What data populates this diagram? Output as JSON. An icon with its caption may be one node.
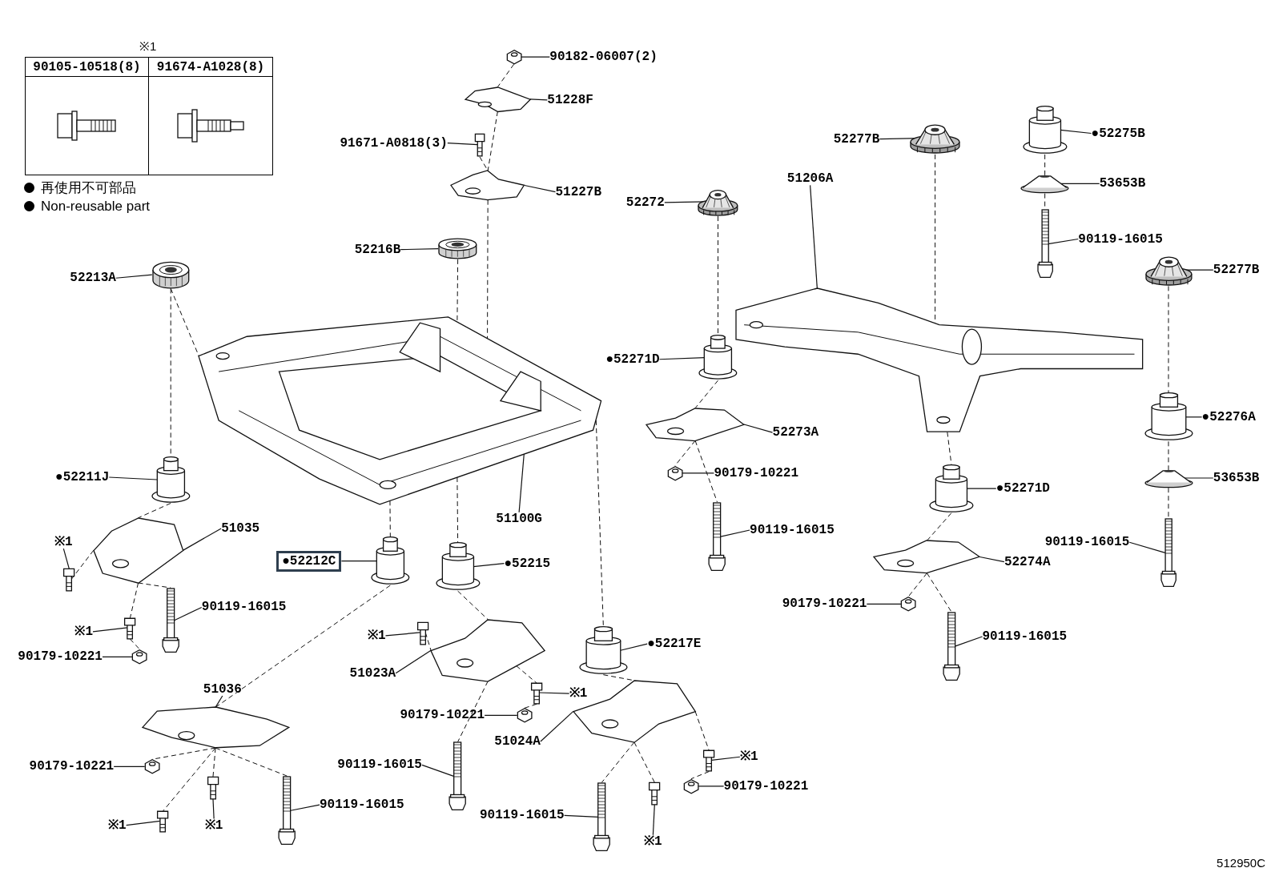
{
  "diagram": {
    "nodes": [
      {
        "text": [
          "90182-06007(2)"
        ]
      },
      {
        "text": [],
        "shape": "picture"
      },
      {
        "text": [
          "51228F"
        ]
      },
      {
        "text": [],
        "shape": "picture"
      },
      {
        "text": [
          "91671-A0818(3)"
        ]
      },
      {
        "text": [],
        "shape": "picture"
      },
      {
        "text": [
          "51227B"
        ]
      },
      {
        "text": [],
        "shape": "picture"
      },
      {
        "text": [
          "52216B"
        ]
      },
      {
        "text": [],
        "shape": "picture"
      },
      {
        "text": [
          "52213A"
        ]
      },
      {
        "text": [],
        "shape": "picture"
      },
      {
        "text": [
          "51100G"
        ]
      },
      {
        "text": [],
        "shape": "picture"
      },
      {
        "text": [
          "●52211J"
        ]
      },
      {
        "text": [],
        "shape": "picture"
      },
      {
        "text": [
          "51035"
        ]
      },
      {
        "text": [],
        "shape": "picture"
      },
      {
        "text": [
          "※1"
        ]
      },
      {
        "text": [],
        "shape": "picture"
      },
      {
        "text": [
          "90119-16015"
        ]
      },
      {
        "text": [],
        "shape": "picture"
      },
      {
        "text": [
          "※1"
        ]
      },
      {
        "text": [],
        "shape": "picture"
      },
      {
        "text": [
          "90179-10221"
        ]
      },
      {
        "text": [],
        "shape": "picture"
      },
      {
        "text": [
          "●52212C"
        ]
      },
      {
        "text": [],
        "shape": "picture"
      },
      {
        "text": [
          "●52215"
        ]
      },
      {
        "text": [],
        "shape": "picture"
      },
      {
        "text": [
          "※1"
        ]
      },
      {
        "text": [],
        "shape": "picture"
      },
      {
        "text": [
          "51023A"
        ]
      },
      {
        "text": [],
        "shape": "picture"
      },
      {
        "text": [
          "※1"
        ]
      },
      {
        "text": [],
        "shape": "picture"
      },
      {
        "text": [
          "90179-10221"
        ]
      },
      {
        "text": [],
        "shape": "picture"
      },
      {
        "text": [
          "90119-16015"
        ]
      },
      {
        "text": [],
        "shape": "picture"
      },
      {
        "text": [
          "51036"
        ]
      },
      {
        "text": [],
        "shape": "picture"
      },
      {
        "text": [
          "90179-10221"
        ]
      },
      {
        "text": [],
        "shape": "picture"
      },
      {
        "text": [
          "※1"
        ]
      },
      {
        "text": [],
        "shape": "picture"
      },
      {
        "text": [
          "※1"
        ]
      },
      {
        "text": [],
        "shape": "picture"
      },
      {
        "text": [
          "90119-16015"
        ]
      },
      {
        "text": [],
        "shape": "picture"
      },
      {
        "text": [
          "●52217E"
        ]
      },
      {
        "text": [],
        "shape": "picture"
      },
      {
        "text": [
          "51024A"
        ]
      },
      {
        "text": [],
        "shape": "picture"
      },
      {
        "text": [
          "※1"
        ]
      },
      {
        "text": [],
        "shape": "picture"
      },
      {
        "text": [
          "90179-10221"
        ]
      },
      {
        "text": [],
        "shape": "picture"
      },
      {
        "text": [
          "90119-16015"
        ]
      },
      {
        "text": [],
        "shape": "picture"
      },
      {
        "text": [
          "※1"
        ]
      },
      {
        "text": [],
        "shape": "picture"
      },
      {
        "text": [
          "●52271D"
        ]
      },
      {
        "text": [],
        "shape": "picture"
      },
      {
        "text": [
          "52273A"
        ]
      },
      {
        "text": [],
        "shape": "picture"
      },
      {
        "text": [
          "90179-10221"
        ]
      },
      {
        "text": [],
        "shape": "picture"
      },
      {
        "text": [
          "90119-16015"
        ]
      },
      {
        "text": [],
        "shape": "picture"
      },
      {
        "text": [
          "52272"
        ]
      },
      {
        "text": [],
        "shape": "picture"
      },
      {
        "text": [
          "52277B"
        ]
      },
      {
        "text": [],
        "shape": "picture"
      },
      {
        "text": [
          "51206A"
        ]
      },
      {
        "text": [],
        "shape": "picture"
      },
      {
        "text": [
          "●52275B"
        ]
      },
      {
        "text": [],
        "shape": "picture"
      },
      {
        "text": [
          "53653B"
        ]
      },
      {
        "text": [],
        "shape": "picture"
      },
      {
        "text": [
          "90119-16015"
        ]
      },
      {
        "text": [],
        "shape": "picture"
      },
      {
        "text": [
          "52277B"
        ]
      },
      {
        "text": [],
        "shape": "picture"
      },
      {
        "text": [
          "●52276A"
        ]
      },
      {
        "text": [],
        "shape": "picture"
      },
      {
        "text": [
          "53653B"
        ]
      },
      {
        "text": [],
        "shape": "picture"
      },
      {
        "text": [
          "90119-16015"
        ]
      },
      {
        "text": [],
        "shape": "picture"
      },
      {
        "text": [
          "●52271D"
        ]
      },
      {
        "text": [],
        "shape": "picture"
      },
      {
        "text": [
          "52274A"
        ]
      },
      {
        "text": [],
        "shape": "picture"
      },
      {
        "text": [
          "90179-10221"
        ]
      },
      {
        "text": [],
        "shape": "picture"
      },
      {
        "text": [
          "90119-16015"
        ]
      },
      {
        "text": [],
        "shape": "picture"
      }
    ],
    "edges": [
      {
        "from": 0,
        "to": 1,
        "arrow": "none"
      },
      {
        "from": 2,
        "to": 3,
        "arrow": "none"
      },
      {
        "from": 4,
        "to": 5,
        "arrow": "none"
      },
      {
        "from": 6,
        "to": 7,
        "arrow": "none"
      },
      {
        "from": 8,
        "to": 9,
        "arrow": "none"
      },
      {
        "from": 10,
        "to": 11,
        "arrow": "none"
      },
      {
        "from": 12,
        "to": 13,
        "arrow": "none"
      },
      {
        "from": 14,
        "to": 15,
        "arrow": "none"
      },
      {
        "from": 16,
        "to": 17,
        "arrow": "none"
      },
      {
        "from": 18,
        "to": 19,
        "arrow": "none"
      },
      {
        "from": 20,
        "to": 21,
        "arrow": "none"
      },
      {
        "from": 22,
        "to": 23,
        "arrow": "none"
      },
      {
        "from": 24,
        "to": 25,
        "arrow": "none"
      },
      {
        "from": 26,
        "to": 27,
        "arrow": "none"
      },
      {
        "from": 28,
        "to": 29,
        "arrow": "none"
      },
      {
        "from": 30,
        "to": 31,
        "arrow": "none"
      },
      {
        "from": 32,
        "to": 33,
        "arrow": "none"
      },
      {
        "from": 34,
        "to": 35,
        "arrow": "none"
      },
      {
        "from": 36,
        "to": 37,
        "arrow": "none"
      },
      {
        "from": 38,
        "to": 39,
        "arrow": "none"
      },
      {
        "from": 40,
        "to": 41,
        "arrow": "none"
      },
      {
        "from": 42,
        "to": 43,
        "arrow": "none"
      },
      {
        "from": 44,
        "to": 45,
        "arrow": "none"
      },
      {
        "from": 46,
        "to": 47,
        "arrow": "none"
      },
      {
        "from": 48,
        "to": 49,
        "arrow": "none"
      },
      {
        "from": 50,
        "to": 51,
        "arrow": "none"
      },
      {
        "from": 52,
        "to": 53,
        "arrow": "none"
      },
      {
        "from": 54,
        "to": 55,
        "arrow": "none"
      },
      {
        "from": 56,
        "to": 57,
        "arrow": "none"
      },
      {
        "from": 58,
        "to": 59,
        "arrow": "none"
      },
      {
        "from": 60,
        "to": 61,
        "arrow": "none"
      },
      {
        "from": 62,
        "to": 63,
        "arrow": "none"
      },
      {
        "from": 64,
        "to": 65,
        "arrow": "none"
      },
      {
        "from": 66,
        "to": 67,
        "arrow": "none"
      },
      {
        "from": 68,
        "to": 69,
        "arrow": "none"
      },
      {
        "from": 70,
        "to": 71,
        "arrow": "none"
      },
      {
        "from": 72,
        "to": 73,
        "arrow": "none"
      },
      {
        "from": 74,
        "to": 75,
        "arrow": "none"
      },
      {
        "from": 76,
        "to": 77,
        "arrow": "none"
      },
      {
        "from": 78,
        "to": 79,
        "arrow": "none"
      },
      {
        "from": 80,
        "to": 81,
        "arrow": "none"
      },
      {
        "from": 82,
        "to": 83,
        "arrow": "none"
      },
      {
        "from": 84,
        "to": 85,
        "arrow": "none"
      },
      {
        "from": 86,
        "to": 87,
        "arrow": "none"
      },
      {
        "from": 88,
        "to": 89,
        "arrow": "none"
      },
      {
        "from": 90,
        "to": 91,
        "arrow": "none"
      },
      {
        "from": 92,
        "to": 93,
        "arrow": "none"
      },
      {
        "from": 94,
        "to": 95,
        "arrow": "none"
      },
      {
        "from": 96,
        "to": 97,
        "arrow": "none"
      },
      {
        "from": 1,
        "to": 3,
        "arrow": "none",
        "style": "dashed"
      },
      {
        "from": 3,
        "to": 7,
        "arrow": "none",
        "style": "dashed"
      },
      {
        "from": 5,
        "to": 7,
        "arrow": "none",
        "style": "dashed"
      },
      {
        "from": 7,
        "to": 13,
        "arrow": "none",
        "style": "dashed"
      },
      {
        "from": 9,
        "to": 13,
        "arrow": "none",
        "style": "dashed"
      },
      {
        "from": 13,
        "to": 29,
        "arrow": "none",
        "style": "dashed"
      },
      {
        "from": 29,
        "to": 33,
        "arrow": "none",
        "style": "dashed"
      },
      {
        "from": 33,
        "to": 39,
        "arrow": "none",
        "style": "dashed"
      },
      {
        "from": 11,
        "to": 15,
        "arrow": "none",
        "style": "dashed"
      },
      {
        "from": 11,
        "to": 13,
        "arrow": "none",
        "style": "dashed"
      },
      {
        "from": 15,
        "to": 17,
        "arrow": "none",
        "style": "dashed"
      },
      {
        "from": 17,
        "to": 21,
        "arrow": "none",
        "style": "dashed"
      },
      {
        "from": 17,
        "to": 19,
        "arrow": "none",
        "style": "dashed"
      },
      {
        "from": 17,
        "to": 23,
        "arrow": "none",
        "style": "dashed"
      },
      {
        "from": 23,
        "to": 25,
        "arrow": "none",
        "style": "dashed"
      },
      {
        "from": 13,
        "to": 27,
        "arrow": "none",
        "style": "dashed"
      },
      {
        "from": 27,
        "to": 41,
        "arrow": "none",
        "style": "dashed"
      },
      {
        "from": 41,
        "to": 49,
        "arrow": "none",
        "style": "dashed"
      },
      {
        "from": 41,
        "to": 43,
        "arrow": "none",
        "style": "dashed"
      },
      {
        "from": 41,
        "to": 45,
        "arrow": "none",
        "style": "dashed"
      },
      {
        "from": 41,
        "to": 47,
        "arrow": "none",
        "style": "dashed"
      },
      {
        "from": 31,
        "to": 33,
        "arrow": "none",
        "style": "dashed"
      },
      {
        "from": 33,
        "to": 35,
        "arrow": "none",
        "style": "dashed"
      },
      {
        "from": 35,
        "to": 37,
        "arrow": "none",
        "style": "dashed"
      },
      {
        "from": 13,
        "to": 51,
        "arrow": "none",
        "style": "dashed"
      },
      {
        "from": 51,
        "to": 53,
        "arrow": "none",
        "style": "dashed"
      },
      {
        "from": 53,
        "to": 59,
        "arrow": "none",
        "style": "dashed"
      },
      {
        "from": 53,
        "to": 55,
        "arrow": "none",
        "style": "dashed"
      },
      {
        "from": 55,
        "to": 57,
        "arrow": "none",
        "style": "dashed"
      },
      {
        "from": 53,
        "to": 61,
        "arrow": "none",
        "style": "dashed"
      },
      {
        "from": 71,
        "to": 63,
        "arrow": "none",
        "style": "dashed"
      },
      {
        "from": 63,
        "to": 65,
        "arrow": "none",
        "style": "dashed"
      },
      {
        "from": 65,
        "to": 67,
        "arrow": "none",
        "style": "dashed"
      },
      {
        "from": 65,
        "to": 69,
        "arrow": "none",
        "style": "dashed"
      },
      {
        "from": 73,
        "to": 75,
        "arrow": "none",
        "style": "dashed"
      },
      {
        "from": 75,
        "to": 91,
        "arrow": "none",
        "style": "dashed"
      },
      {
        "from": 91,
        "to": 93,
        "arrow": "none",
        "style": "dashed"
      },
      {
        "from": 93,
        "to": 95,
        "arrow": "none",
        "style": "dashed"
      },
      {
        "from": 93,
        "to": 97,
        "arrow": "none",
        "style": "dashed"
      },
      {
        "from": 77,
        "to": 79,
        "arrow": "none",
        "style": "dashed"
      },
      {
        "from": 79,
        "to": 81,
        "arrow": "none",
        "style": "dashed"
      },
      {
        "from": 83,
        "to": 85,
        "arrow": "none",
        "style": "dashed"
      },
      {
        "from": 85,
        "to": 87,
        "arrow": "none",
        "style": "dashed"
      },
      {
        "from": 87,
        "to": 89,
        "arrow": "none",
        "style": "dashed"
      }
    ],
    "labels": [
      "※1",
      "90105-10518(8)",
      "91674-A1028(8)",
      "512950C"
    ],
    "legend": [
      {
        "text": "再使用不可部品"
      },
      {
        "text": "Non-reusable part"
      }
    ]
  }
}
